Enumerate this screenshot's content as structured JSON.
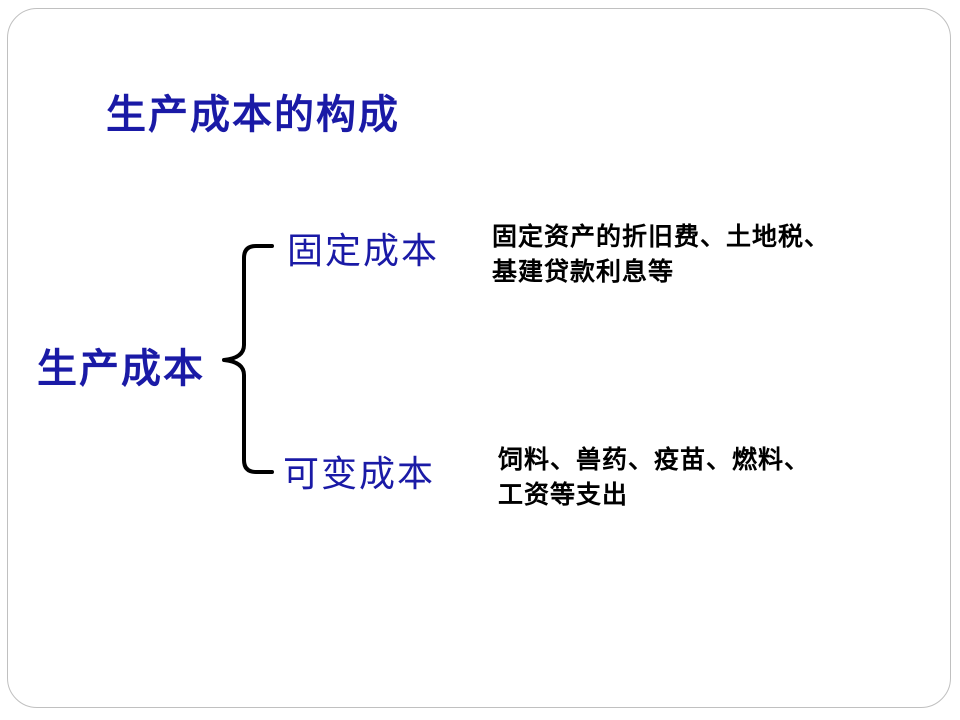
{
  "slide": {
    "title": "生产成本的构成",
    "root_label": "生产成本",
    "branches": [
      {
        "label": "固定成本",
        "desc_lines": [
          "固定资产的折旧费、土地税、",
          "基建贷款利息等"
        ]
      },
      {
        "label": "可变成本",
        "desc_lines": [
          "饲料、兽药、疫苗、燃料、",
          "工资等支出"
        ]
      }
    ]
  },
  "colors": {
    "title": "#1a1aa6",
    "label": "#1a1aa6",
    "desc": "#000000",
    "brace": "#000000",
    "frame": "#c0c0c0"
  }
}
